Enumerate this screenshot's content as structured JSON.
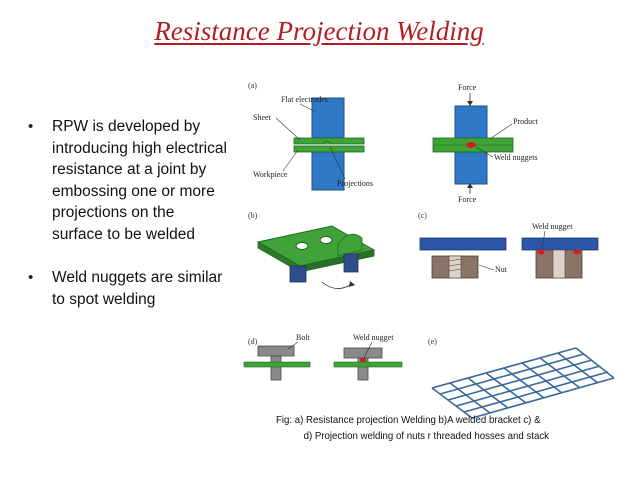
{
  "title": "Resistance  Projection Welding",
  "bullets": [
    "RPW is developed by introducing high electrical resistance at a joint by embossing one or more projections on the surface to be welded",
    "Weld nuggets are similar to spot welding"
  ],
  "bullet_marker": "•",
  "figure": {
    "panel_a": "(a)",
    "panel_b": "(b)",
    "panel_c": "(c)",
    "panel_d": "(d)",
    "panel_e": "(e)",
    "flat_electrodes": "Flat electrodes",
    "sheet": "Sheet",
    "workpiece": "Workpiece",
    "projections": "Projections",
    "force_top": "Force",
    "force_bottom": "Force",
    "product": "Product",
    "weld_nuggets": "Weld  nuggets",
    "weld_nugget_c": "Weld  nugget",
    "nut": "Nut",
    "bolt": "Bolt",
    "weld_nugget_d": "Weld  nugget"
  },
  "caption": {
    "line1": "Fig: a) Resistance projection Welding b)A welded bracket  c) &",
    "line2": "d) Projection welding of  nuts r threaded hosses and stack"
  },
  "colors": {
    "title": "#b11e22",
    "electrode": "#2e78c4",
    "sheet": "#3fa33a",
    "nut": "#8a7468",
    "bolt": "#8a8a8a",
    "nugget": "#cc2020",
    "mesh": "#3a6a9a"
  }
}
